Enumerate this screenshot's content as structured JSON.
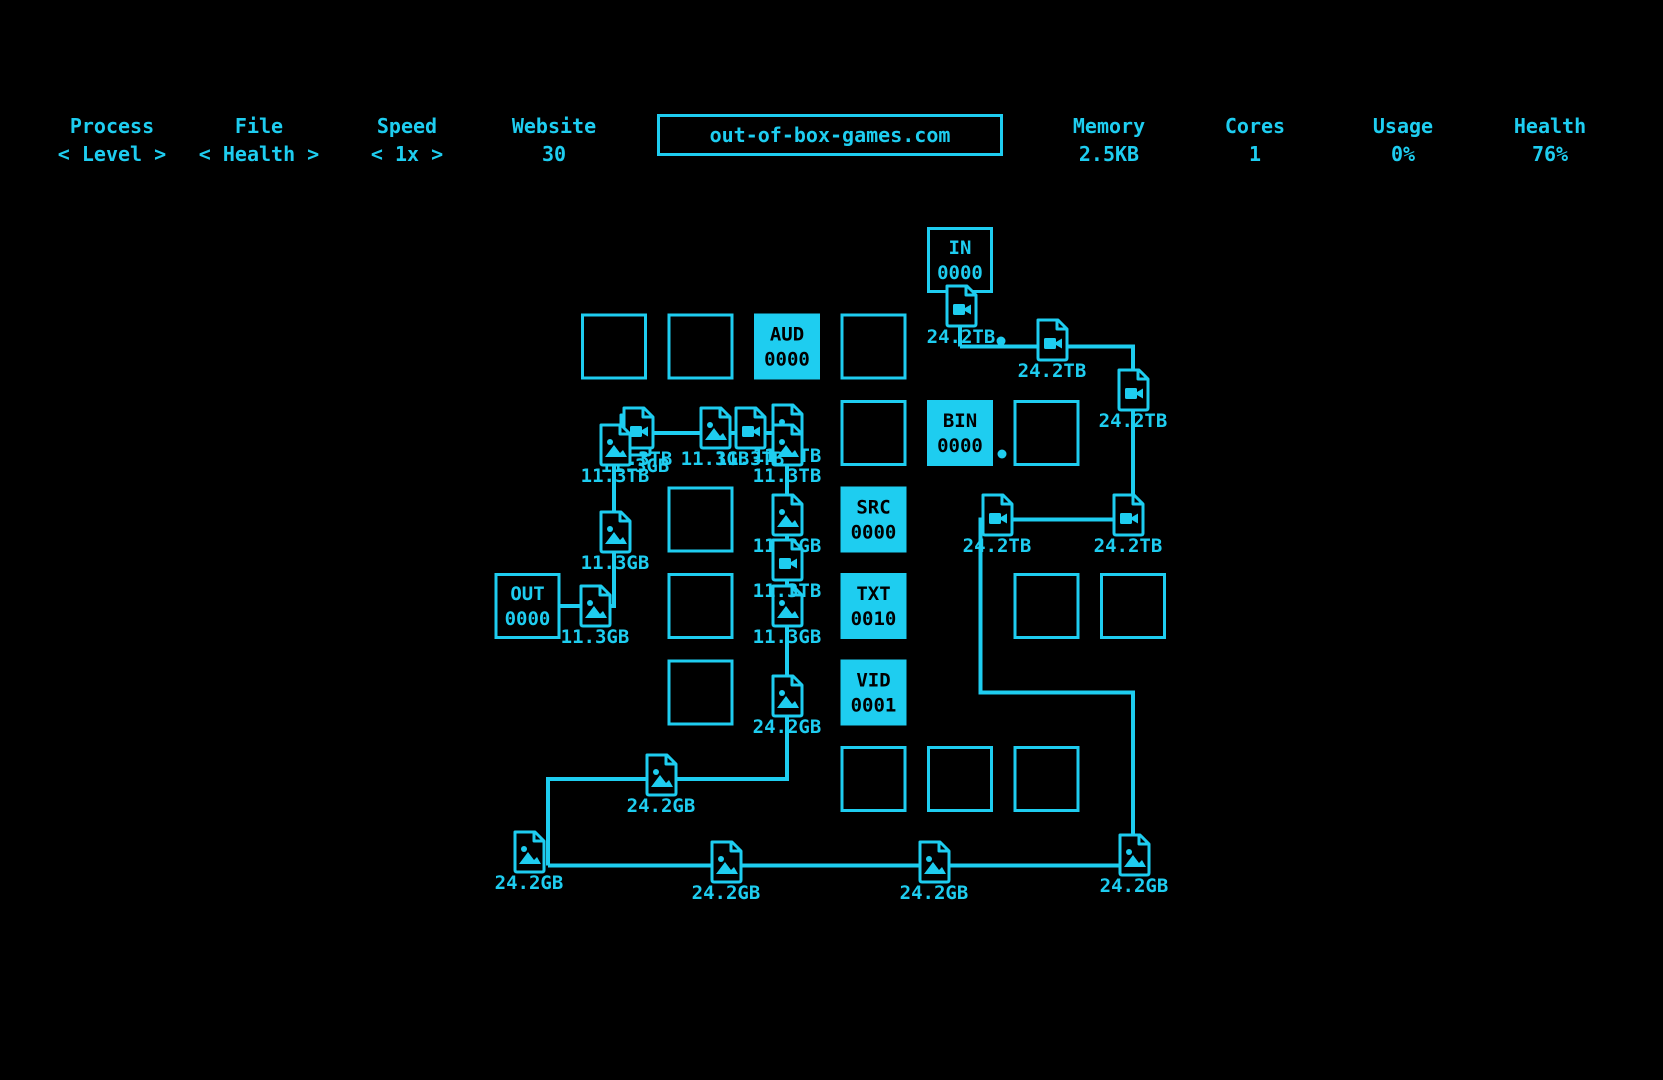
{
  "hud": {
    "process": {
      "label": "Process",
      "value": "Level",
      "left_arrow": "<",
      "right_arrow": ">"
    },
    "file": {
      "label": "File",
      "value": "Health",
      "left_arrow": "<",
      "right_arrow": ">"
    },
    "speed": {
      "label": "Speed",
      "value": "1x",
      "left_arrow": "<",
      "right_arrow": ">"
    },
    "website": {
      "label": "Website",
      "value": "30"
    },
    "url": "out-of-box-games.com",
    "memory": {
      "label": "Memory",
      "value": "2.5KB"
    },
    "cores": {
      "label": "Cores",
      "value": "1"
    },
    "usage": {
      "label": "Usage",
      "value": "0%"
    },
    "health": {
      "label": "Health",
      "value": "76%"
    }
  },
  "theme": {
    "accent": "#1ecdf0",
    "background": "#000000"
  },
  "nodes": [
    {
      "name": "IN",
      "count": "0000",
      "style": "outline"
    },
    {
      "name": "AUD",
      "count": "0000",
      "style": "filled"
    },
    {
      "name": "BIN",
      "count": "0000",
      "style": "filled"
    },
    {
      "name": "SRC",
      "count": "0000",
      "style": "filled"
    },
    {
      "name": "TXT",
      "count": "0010",
      "style": "filled"
    },
    {
      "name": "VID",
      "count": "0001",
      "style": "filled"
    },
    {
      "name": "OUT",
      "count": "0000",
      "style": "outline"
    }
  ],
  "packets": [
    {
      "icon": "video-file-icon",
      "size": "24.2TB"
    },
    {
      "icon": "video-file-icon",
      "size": "24.2TB"
    },
    {
      "icon": "video-file-icon",
      "size": "24.2TB"
    },
    {
      "icon": "video-file-icon",
      "size": "24.2TB"
    },
    {
      "icon": "video-file-icon",
      "size": "24.2TB"
    },
    {
      "icon": "image-file-icon",
      "size": "24.2GB"
    },
    {
      "icon": "image-file-icon",
      "size": "24.2GB"
    },
    {
      "icon": "image-file-icon",
      "size": "24.2GB"
    },
    {
      "icon": "image-file-icon",
      "size": "24.2GB"
    },
    {
      "icon": "image-file-icon",
      "size": "24.2GB"
    },
    {
      "icon": "image-file-icon",
      "size": "24.2GB"
    },
    {
      "icon": "image-file-icon",
      "size": "11.3GB"
    },
    {
      "icon": "image-file-icon",
      "size": "11.3GB"
    },
    {
      "icon": "image-file-icon",
      "size": "11.3GB"
    },
    {
      "icon": "image-file-icon",
      "size": "11.3GB"
    },
    {
      "icon": "image-file-icon",
      "size": "11.3GB"
    },
    {
      "icon": "image-file-icon",
      "size": "11.3GB"
    },
    {
      "icon": "video-file-icon",
      "size": "11.3TB"
    },
    {
      "icon": "image-file-icon",
      "size": "11.3TB"
    },
    {
      "icon": "image-file-icon",
      "size": "11.3TB"
    },
    {
      "icon": "image-file-icon",
      "size": "11.3TB"
    },
    {
      "icon": "video-file-icon",
      "size": "11.3TB"
    },
    {
      "icon": "video-file-icon",
      "size": "11.3TB"
    }
  ]
}
